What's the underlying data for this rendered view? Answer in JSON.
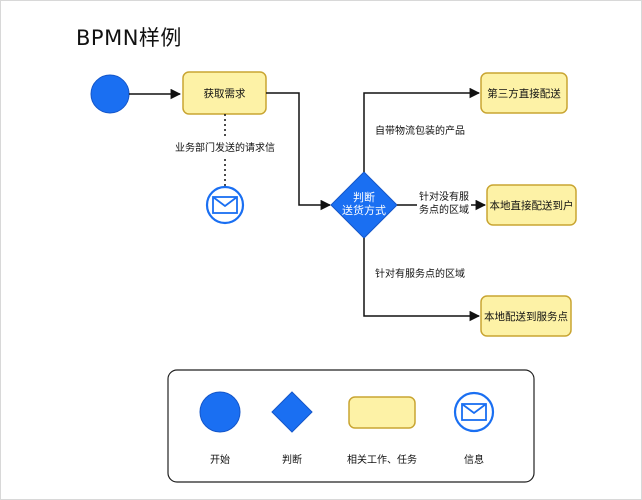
{
  "title": "BPMN样例",
  "nodes": {
    "start": {
      "kind": "start-event"
    },
    "get_request": {
      "label": "获取需求"
    },
    "gateway": {
      "label_line1": "判断",
      "label_line2": "送货方式"
    },
    "third_party": {
      "label": "第三方直接配送"
    },
    "local_direct": {
      "label": "本地直接配送到户"
    },
    "local_service": {
      "label": "本地配送到服务点"
    },
    "message": {
      "kind": "message-event",
      "icon": "envelope-icon"
    }
  },
  "edges": {
    "message_assoc": {
      "label": "业务部门发送的请求信"
    },
    "to_third_party": {
      "label": "自带物流包装的产品"
    },
    "to_local_direct": {
      "label_line1": "针对没有服",
      "label_line2": "务点的区域"
    },
    "to_local_service": {
      "label": "针对有服务点的区域"
    }
  },
  "legend": {
    "items": [
      {
        "shape": "circle",
        "label": "开始"
      },
      {
        "shape": "diamond",
        "label": "判断"
      },
      {
        "shape": "rounded-rect",
        "label": "相关工作、任务"
      },
      {
        "shape": "message-circle",
        "icon": "envelope-icon",
        "label": "信息"
      }
    ]
  },
  "colors": {
    "event_blue": "#1a6ff2",
    "task_fill": "#fdf2a6",
    "task_stroke": "#c9a532",
    "line": "#111111"
  }
}
